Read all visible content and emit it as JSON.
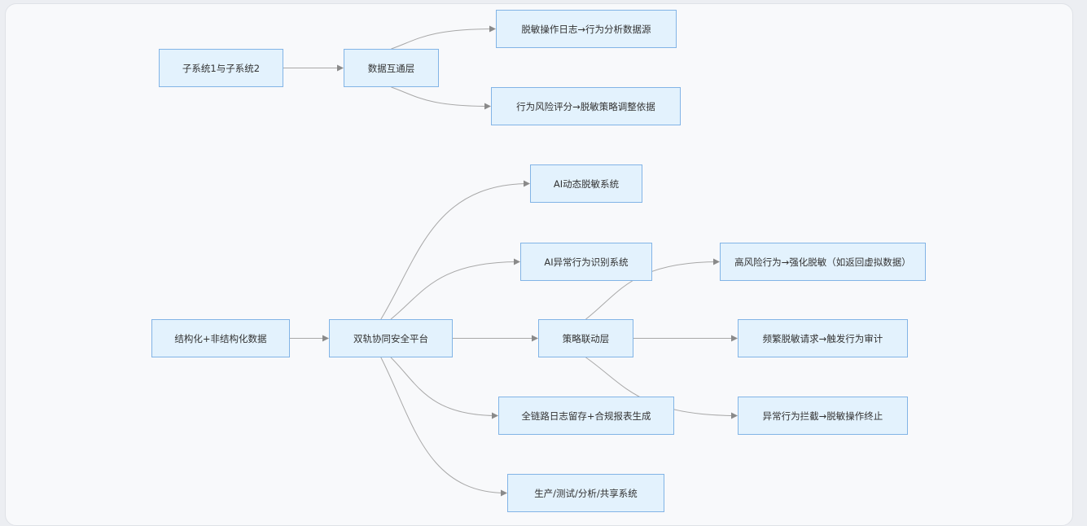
{
  "diagram": {
    "nodes": {
      "subsystems": "子系统1与子系统2",
      "data_layer": "数据互通层",
      "log_source": "脱敏操作日志→行为分析数据源",
      "risk_score": "行为风险评分→脱敏策略调整依据",
      "ai_masking": "AI动态脱敏系统",
      "ai_anomaly": "AI异常行为识别系统",
      "data_input": "结构化+非结构化数据",
      "platform": "双轨协同安全平台",
      "policy_layer": "策略联动层",
      "high_risk": "高风险行为→强化脱敏（如返回虚拟数据）",
      "frequent": "频繁脱敏请求→触发行为审计",
      "block": "异常行为拦截→脱敏操作终止",
      "audit_log": "全链路日志留存+合规报表生成",
      "systems": "生产/测试/分析/共享系统"
    },
    "edges": [
      [
        "subsystems",
        "data_layer"
      ],
      [
        "data_layer",
        "log_source"
      ],
      [
        "data_layer",
        "risk_score"
      ],
      [
        "data_input",
        "platform"
      ],
      [
        "platform",
        "ai_masking"
      ],
      [
        "platform",
        "ai_anomaly"
      ],
      [
        "platform",
        "policy_layer"
      ],
      [
        "platform",
        "audit_log"
      ],
      [
        "platform",
        "systems"
      ],
      [
        "policy_layer",
        "high_risk"
      ],
      [
        "policy_layer",
        "frequent"
      ],
      [
        "policy_layer",
        "block"
      ]
    ],
    "colors": {
      "node_fill": "#e3f2fd",
      "node_border": "#82b4e6",
      "edge": "#a8a8a8",
      "text": "#333333"
    }
  }
}
